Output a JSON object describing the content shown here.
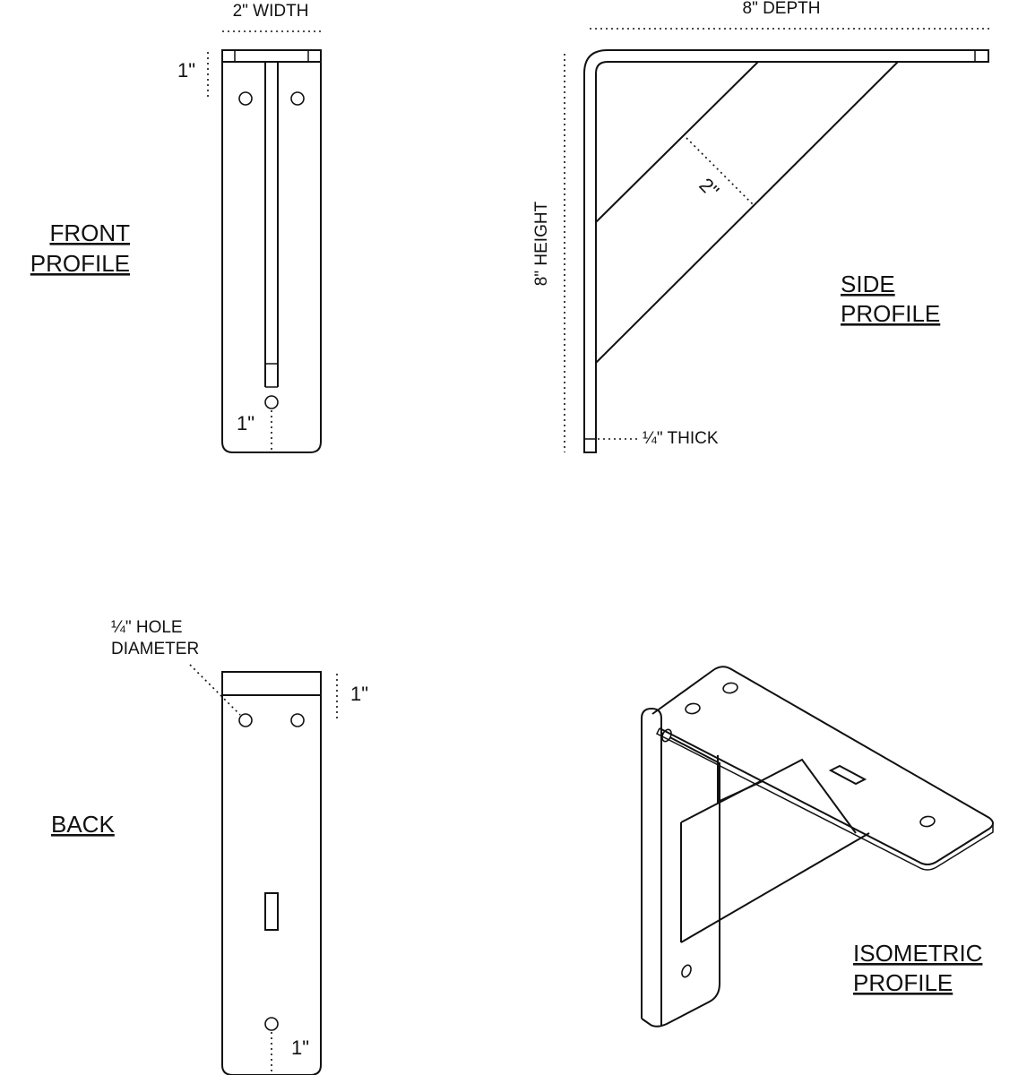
{
  "front": {
    "title_line1": "FRONT",
    "title_line2": "PROFILE",
    "width_label": "2\" WIDTH",
    "top_offset_label": "1\"",
    "bottom_offset_label": "1\""
  },
  "side": {
    "title_line1": "SIDE",
    "title_line2": "PROFILE",
    "depth_label": "8\" DEPTH",
    "height_label": "8\" HEIGHT",
    "brace_label": "2\"",
    "thickness_label": "¼\" THICK"
  },
  "back": {
    "title": "BACK",
    "hole_label_line1": "¼\" HOLE",
    "hole_label_line2": "DIAMETER",
    "top_offset_label": "1\"",
    "bottom_offset_label": "1\""
  },
  "isometric": {
    "title_line1": "ISOMETRIC",
    "title_line2": "PROFILE"
  }
}
